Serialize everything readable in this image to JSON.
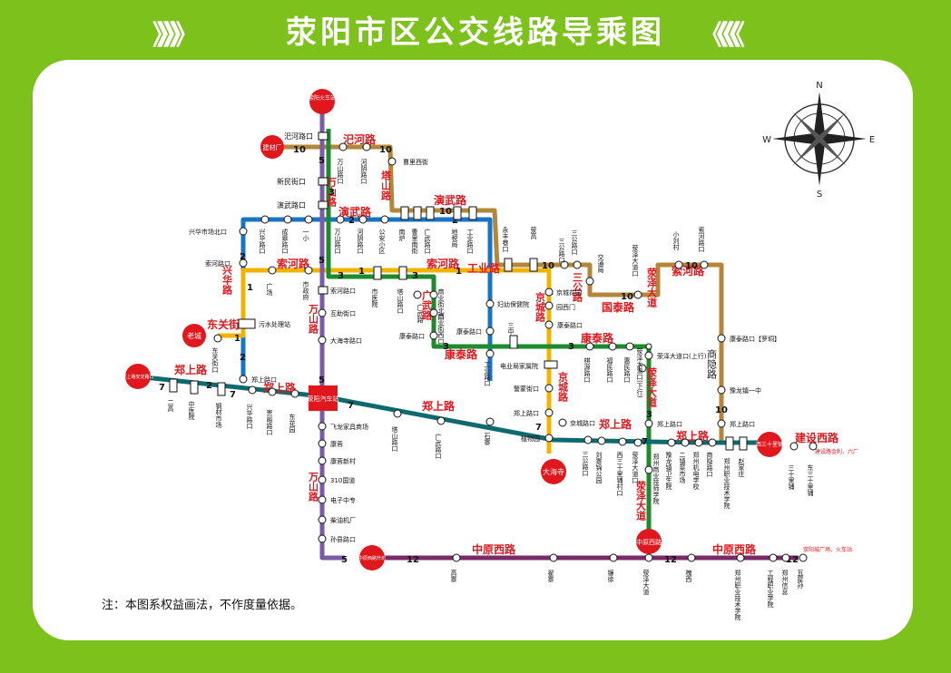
{
  "title": "荥阳市区公交线路导乘图",
  "title_decor_left": "》》》》",
  "title_decor_right": "《《《《",
  "note": "注：本图系权益画法，不作度量依据。",
  "compass": {
    "n": "N",
    "s": "S",
    "e": "E",
    "w": "W"
  },
  "colors": {
    "route1": "#f0b400",
    "route2": "#1a74c6",
    "route3": "#1d8a2e",
    "route5": "#7b5aa6",
    "route7": "#0f6a70",
    "route10": "#b3873a",
    "route12": "#7a2a6a",
    "bg": "#7dc11c",
    "terminal": "#e0181d"
  },
  "terminals": {
    "huoche": "荥阳火车站",
    "jiancai": "建材厂",
    "laocheng": "老城",
    "shangjie": "郑上路安定路口",
    "qiche": "荥阳汽车站",
    "dahaisi": "大海寺",
    "zhongyuanxilu": "中原西路",
    "zhongyuan_xilu_shengtai": "中原西路升坊",
    "xisan": "西三十里铺",
    "jianshe": "建设路金利、六厂",
    "zhongyuan_guangchang": "荥阳城广场、火车站"
  },
  "roads": {
    "sihe": "汜河路",
    "wanshan1": "万山路",
    "tashan": "塔山路",
    "yanwu1": "演武路",
    "yanwu2": "演武路",
    "suohe1": "索河路",
    "suohe2": "索河路",
    "suohe3": "索河路",
    "xinghua": "兴华路",
    "dongguan": "东关街",
    "wanshan2": "万山路",
    "zhengshang1": "郑上路",
    "zhengshang2": "郑上路",
    "zhengshang3": "郑上路",
    "zhengshang4": "郑上路",
    "zhengshang5": "郑上路",
    "guangwu": "广武路",
    "gongye": "工业路",
    "kangtai1": "康泰路",
    "kangtai2": "康泰路",
    "jingcheng1": "京城路",
    "jingcheng2": "京城路",
    "sangong": "三公路",
    "guotai": "国泰路",
    "xingyang1": "荥泽大道",
    "xingyang2": "荥泽大道",
    "xingyang3": "荥泽大道",
    "shangyin": "商隐路",
    "wanshan3": "万山路",
    "zhongyuan1": "中原西路",
    "zhongyuan2": "中原西路",
    "jianshe": "建设西路"
  },
  "route_numbers": {
    "r1": "1",
    "r2": "2",
    "r3": "3",
    "r5": "5",
    "r7": "7",
    "r10": "10",
    "r12": "12"
  },
  "stops": {
    "sihe_kou": "汜河路口",
    "xinmin": "新民街口",
    "yanwu_kou": "演武路口",
    "wanshan_kou": "万山路口",
    "hexiang": "河阴路口",
    "caoli": "曹里西街",
    "xinghua_bei": "兴华市场北口",
    "xinghua_lu": "兴华路口",
    "chengao": "成皋路口",
    "yixiao": "一小",
    "wanshan_kou2": "万山路口",
    "heyin2": "河阴路口",
    "gongan": "公安小区",
    "nanlu": "南炉",
    "caolinan": "曹里南街",
    "guangwu_kou": "广武路口",
    "dishui": "地税局",
    "gongye_kou": "工业路口",
    "yongfeng": "永丰巷口",
    "rongao": "荥高",
    "sangong_kou": "三公路口",
    "sangong2": "三公路口",
    "jiaotong": "交通局",
    "xingyang_kou": "荥泽大道口",
    "xiaoliu": "小刘村",
    "suohe_kou_e": "索河路口",
    "suohe_kou_w": "索河路口",
    "guangchang": "广场",
    "shizhengfu": "市政府",
    "suohe_kou_m": "索河路口",
    "shiyiyuan": "市医院",
    "tashan_kou": "塔山路口",
    "shangye": "商业街北口",
    "guangwu_lu": "广武路",
    "fuyou": "妇幼保健院",
    "jingcheng_hua": "京城花园",
    "yuanximen": "园西门",
    "wuzhi": "污水处理站",
    "huzhu": "互助街口",
    "dahaisi_kou": "大海寺路口",
    "kangtai_kou": "康泰路口",
    "shangyejie_xi": "商业街西口",
    "kangtai_kou2": "康泰路口",
    "kangtai_kou3": "康泰路口",
    "sanzhong": "三中",
    "gongye_lu": "工业路口",
    "dianye": "电业局家属院",
    "jingyao": "警蒙街口",
    "zhengshang_kou": "郑上路口",
    "zhiwu": "植物园",
    "dongguan_kou": "东关街口",
    "zhengshang_kou_w": "郑上路口",
    "erhao": "二高",
    "zhongyiyuan": "中医院",
    "gangcai": "钢材市场",
    "xinghua_kou": "兴华路口",
    "jialu": "贾峪路口",
    "donghuayuan": "东花园",
    "feilong": "飞龙家具商场",
    "kangyu": "康蓉",
    "kangyu_xin": "康蓉新村",
    "guodao": "310国道",
    "dianzi": "电子中专",
    "chaiyou": "柴油机厂",
    "sunxian": "孙县路口",
    "tashan_lu": "塔山路口",
    "guangwu_lu2": "广武路口",
    "shizhai": "石寨",
    "jingcheng_kou": "京城路口",
    "sangong_kou3": "三公路口",
    "liuzhai": "刘寨锦公园",
    "qisuo": "棋源路口",
    "fumin": "福民路口",
    "huimin": "惠民路口",
    "kangtai_kou4": "康泰路口",
    "xingyang_shang": "荥泽大道口(上行)",
    "xingyang_xia": "荥泽大道口(下行)",
    "shangyin_lu": "商隐路口",
    "kangtai_luoyang": "康泰路口【罗垌】",
    "yulong": "豫龙镇一中",
    "zhengshang_kou_e": "郑上路口",
    "zhengshang_kou_e2": "郑上路口",
    "xisanshi_kou": "西三十里铺村口",
    "xingyang_kou2": "荥泽大道口",
    "zhengzhou_shangye": "郑州商业技师学院",
    "yulong_wei": "豫龙镇卫生院",
    "erjing": "二镇菜市场",
    "zhengzhou_jidian": "郑州机电学校",
    "shangyin_kou": "商隐路口",
    "zhengzhou_zhiye": "郑州职业技术学院",
    "zhaojia": "赵家庄",
    "sansan": "三十里铺",
    "dong_sansan": "东三十里铺",
    "gaozhai": "高寨",
    "zhai": "翟寨",
    "cuixu": "镰徐",
    "xingyang_kou3": "荥泽大道",
    "huaixi": "槐西",
    "zhengzhou_zhiye2": "郑州职业技术学院",
    "gongcheng": "工程职业学院",
    "xinxi": "郑州信息",
    "wawusun": "瓦屋孙"
  }
}
